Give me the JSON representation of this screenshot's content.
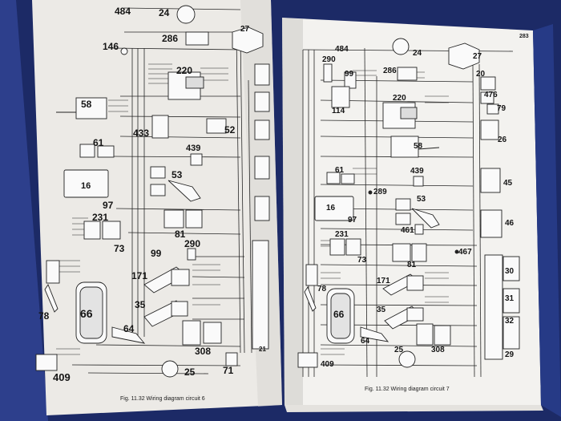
{
  "left_page": {
    "caption": "Fig. 11.32 Wiring diagram circuit 6",
    "components": [
      "484",
      "24",
      "286",
      "27",
      "146",
      "220",
      "58",
      "433",
      "52",
      "61",
      "439",
      "16",
      "53",
      "97",
      "231",
      "81",
      "73",
      "290",
      "99",
      "171",
      "66",
      "35",
      "78",
      "64",
      "308",
      "25",
      "71",
      "409",
      "21"
    ]
  },
  "right_page": {
    "page_number": "283",
    "caption": "Fig. 11.32 Wiring diagram circuit 7",
    "components": [
      "484",
      "290",
      "24",
      "27",
      "99",
      "286",
      "20",
      "476",
      "114",
      "220",
      "79",
      "58",
      "26",
      "61",
      "439",
      "45",
      "289",
      "53",
      "16",
      "97",
      "461",
      "46",
      "231",
      "467",
      "81",
      "73",
      "30",
      "171",
      "31",
      "78",
      "35",
      "66",
      "32",
      "64",
      "25",
      "308",
      "29",
      "409"
    ]
  }
}
